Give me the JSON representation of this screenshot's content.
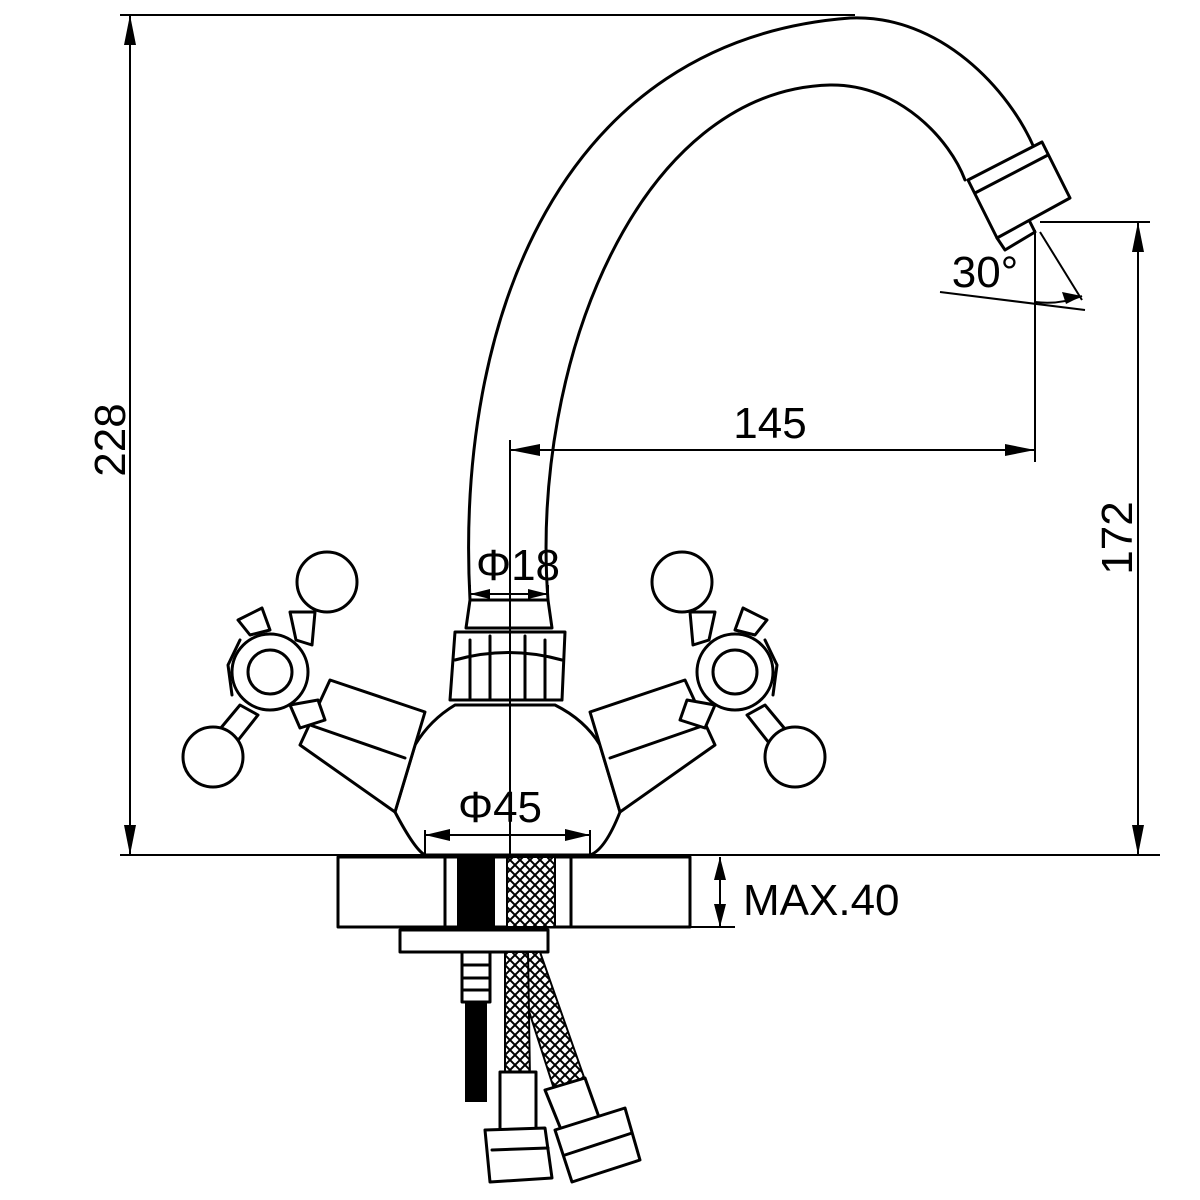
{
  "dimensions": {
    "total_height": "228",
    "spout_height": "172",
    "spout_reach": "145",
    "spout_angle": "30°",
    "pipe_diameter": "Φ18",
    "base_diameter": "Φ45",
    "max_counter_thickness": "MAX.40"
  },
  "colors": {
    "line": "#000000",
    "background": "#ffffff"
  }
}
